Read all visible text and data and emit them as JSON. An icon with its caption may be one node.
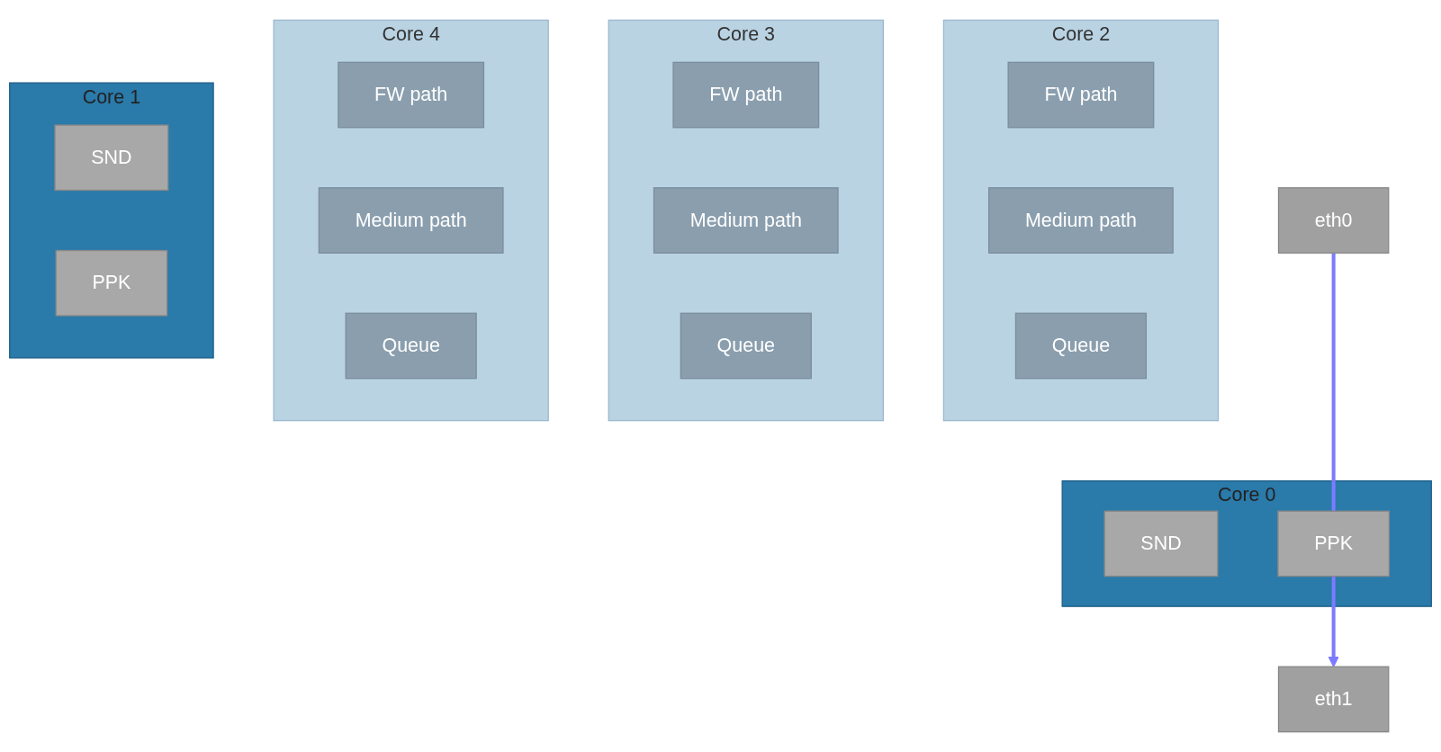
{
  "diagram": {
    "nodes": [
      {
        "text": [
          "Core 2"
        ]
      },
      {
        "text": [
          "FW path"
        ],
        "in": 0
      },
      {
        "text": [
          "Medium path"
        ],
        "in": 0
      },
      {
        "text": [
          "Queue"
        ],
        "in": 0
      },
      {
        "text": [
          "Core 3"
        ]
      },
      {
        "text": [
          "FW path"
        ],
        "in": 4
      },
      {
        "text": [
          "Medium path"
        ],
        "in": 4
      },
      {
        "text": [
          "Queue"
        ],
        "in": 4
      },
      {
        "text": [
          "Core 4"
        ]
      },
      {
        "text": [
          "FW path"
        ],
        "in": 8
      },
      {
        "text": [
          "Medium path"
        ],
        "in": 8
      },
      {
        "text": [
          "Queue"
        ],
        "in": 8
      },
      {
        "text": [
          "Core 0"
        ]
      },
      {
        "text": [
          "SND"
        ],
        "in": 12
      },
      {
        "text": [
          "PPK"
        ],
        "in": 12
      },
      {
        "text": [
          "eth0"
        ]
      },
      {
        "text": [
          "Core 1"
        ]
      },
      {
        "text": [
          "SND"
        ],
        "in": 16
      },
      {
        "text": [
          "PPK"
        ],
        "in": 16
      },
      {
        "text": [
          "eth1"
        ]
      }
    ],
    "edges": [
      {
        "from": 15,
        "to": 14,
        "arrow": "none",
        "color": "#7b7bff"
      },
      {
        "from": 14,
        "to": 19,
        "arrow": "to",
        "color": "#7b7bff"
      }
    ]
  }
}
